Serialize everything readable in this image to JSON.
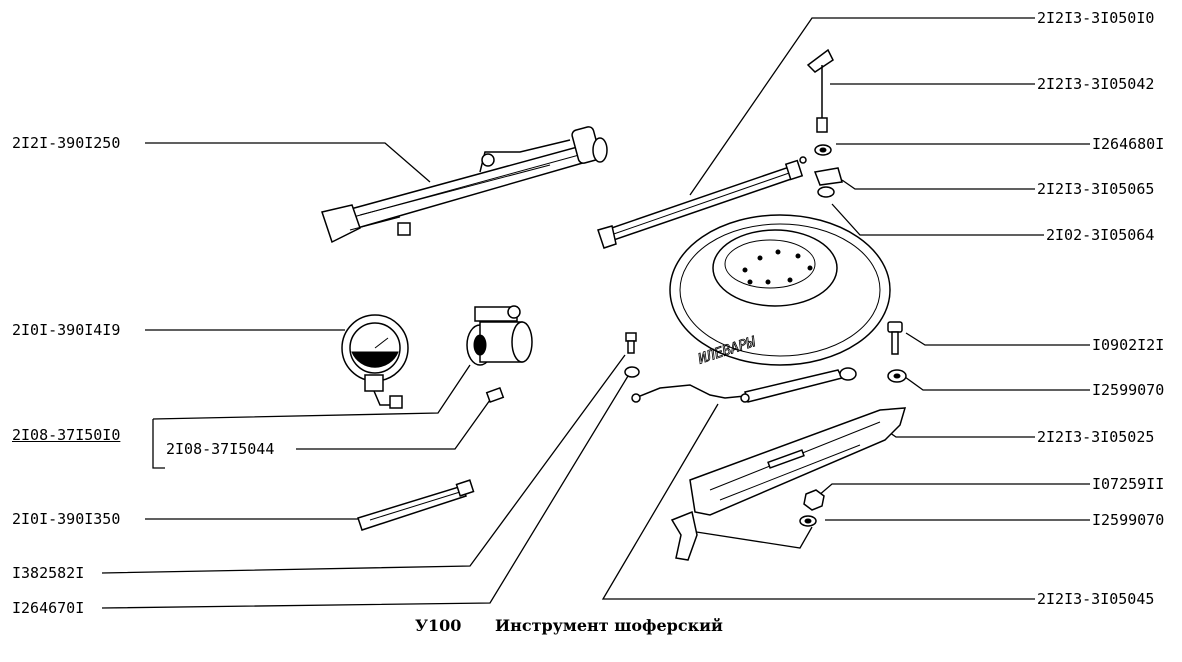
{
  "title": {
    "code": "У100",
    "text": "Инструмент шоферский"
  },
  "labels_left": [
    "2I2I-390I250",
    "2I0I-390I4I9",
    "2I08-37I50I0",
    "2I08-37I5044",
    "2I0I-390I350",
    "I382582I",
    "I264670I"
  ],
  "labels_right": [
    "2I2I3-3I050I0",
    "2I2I3-3I05042",
    "I264680I",
    "2I2I3-3I05065",
    "2I02-3I05064",
    "I0902I2I",
    "I2599070",
    "2I2I3-3I05025",
    "I07259II",
    "I2599070",
    "2I2I3-3I05045"
  ],
  "tire_lettering": "ИЛЕВАРЫ"
}
